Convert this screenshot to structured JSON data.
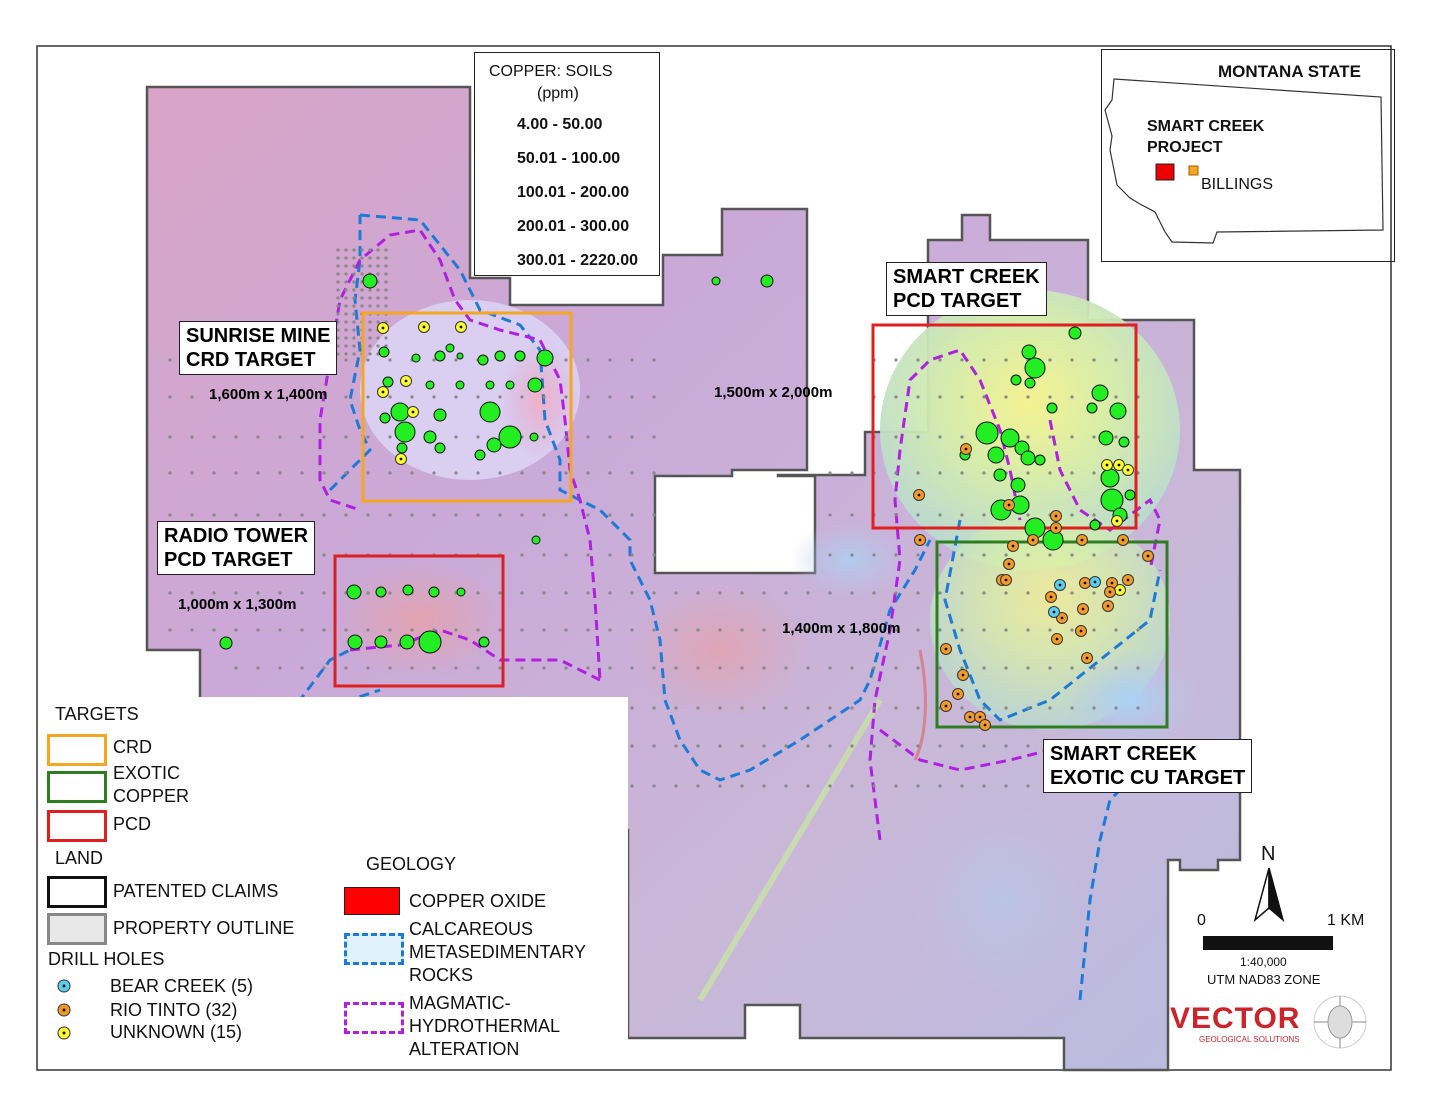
{
  "map": {
    "targets": [
      {
        "label": "SUNRISE MINE\nCRD TARGET",
        "size": "1,600m x 1,400m"
      },
      {
        "label": "RADIO TOWER\nPCD TARGET",
        "size": "1,000m x 1,300m"
      },
      {
        "label": "SMART CREEK\nPCD TARGET",
        "size": "1,500m x 2,000m"
      },
      {
        "label": "SMART CREEK\nEXOTIC CU TARGET",
        "size": "1,400m x 1,800m"
      }
    ],
    "colors": {
      "crd": "#f5a623",
      "exotic": "#2e7d22",
      "pcd": "#e02020",
      "soil": "#22ee22",
      "rio_tinto": "#f39a2a",
      "bear_creek": "#5ad0f0",
      "unknown": "#ffff33",
      "geology_cu_oxide": "#ff0000",
      "calcareous": "#1e7ad6",
      "magmatic": "#b020e0"
    }
  },
  "copper_legend": {
    "title_line1": "COPPER: SOILS",
    "title_line2": "(ppm)",
    "classes": [
      "4.00 - 50.00",
      "50.01 - 100.00",
      "100.01 - 200.00",
      "200.01 - 300.00",
      "300.01 - 2220.00"
    ]
  },
  "inset": {
    "state": "MONTANA STATE",
    "project_line1": "SMART CREEK",
    "project_line2": "PROJECT",
    "city": "BILLINGS"
  },
  "legend": {
    "targets_title": "TARGETS",
    "crd": "CRD",
    "exotic_line1": "EXOTIC",
    "exotic_line2": "COPPER",
    "pcd": "PCD",
    "land_title": "LAND",
    "patented": "PATENTED CLAIMS",
    "property": "PROPERTY OUTLINE",
    "drill_title": "DRILL HOLES",
    "bear_creek": "BEAR CREEK (5)",
    "rio_tinto": "RIO TINTO (32)",
    "unknown": "UNKNOWN (15)",
    "geology_title": "GEOLOGY",
    "copper_oxide": "COPPER OXIDE",
    "calc_line1": "CALCAREOUS",
    "calc_line2": "METASEDIMENTARY",
    "calc_line3": "ROCKS",
    "mag_line1": "MAGMATIC-",
    "mag_line2": "HYDROTHERMAL",
    "mag_line3": "ALTERATION"
  },
  "scale": {
    "north": "N",
    "zero": "0",
    "one": "1 KM",
    "ratio": "1:40,000",
    "zone": "UTM NAD83 ZONE"
  },
  "logo": {
    "name": "VECTOR",
    "tagline": "GEOLOGICAL SOLUTIONS"
  }
}
